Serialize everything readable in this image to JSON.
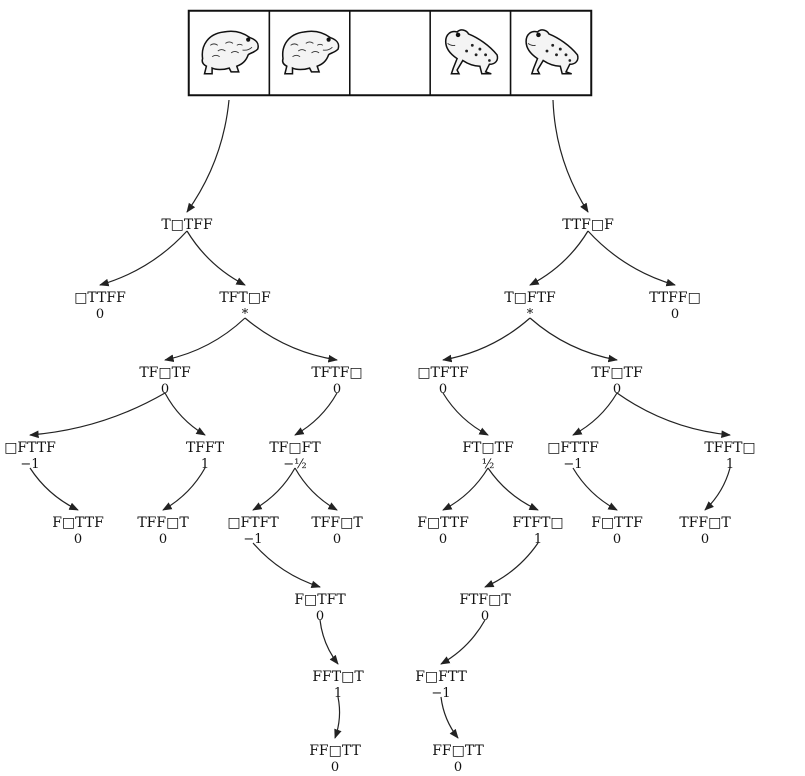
{
  "puzzle_strip": {
    "cells": [
      "toad",
      "toad",
      "empty",
      "frog",
      "frog"
    ]
  },
  "tree": {
    "nodes": [
      {
        "id": "L0",
        "label": "T□TFF",
        "value": ""
      },
      {
        "id": "L1a",
        "label": "□TTFF",
        "value": "0"
      },
      {
        "id": "L1b",
        "label": "TFT□F",
        "value": "*"
      },
      {
        "id": "L2a",
        "label": "TF□TF",
        "value": "0"
      },
      {
        "id": "L2b",
        "label": "TFTF□",
        "value": "0"
      },
      {
        "id": "L3a",
        "label": "□FTTF",
        "value": "−1"
      },
      {
        "id": "L3b",
        "label": "TFFT",
        "value": "1"
      },
      {
        "id": "L3c",
        "label": "TF□FT",
        "value": "−½"
      },
      {
        "id": "L4a",
        "label": "F□TTF",
        "value": "0"
      },
      {
        "id": "L4b",
        "label": "TFF□T",
        "value": "0"
      },
      {
        "id": "L4c",
        "label": "□FTFT",
        "value": "−1"
      },
      {
        "id": "L4d",
        "label": "TFF□T",
        "value": "0"
      },
      {
        "id": "L5",
        "label": "F□TFT",
        "value": "0"
      },
      {
        "id": "L6",
        "label": "FFT□T",
        "value": "1"
      },
      {
        "id": "L7",
        "label": "FF□TT",
        "value": "0"
      },
      {
        "id": "R0",
        "label": "TTF□F",
        "value": ""
      },
      {
        "id": "R1a",
        "label": "T□FTF",
        "value": "*"
      },
      {
        "id": "R1b",
        "label": "TTFF□",
        "value": "0"
      },
      {
        "id": "R2a",
        "label": "□TFTF",
        "value": "0"
      },
      {
        "id": "R2b",
        "label": "TF□TF",
        "value": "0"
      },
      {
        "id": "R3a",
        "label": "FT□TF",
        "value": "½"
      },
      {
        "id": "R3b",
        "label": "□FTTF",
        "value": "−1"
      },
      {
        "id": "R3c",
        "label": "TFFT□",
        "value": "1"
      },
      {
        "id": "R4a",
        "label": "F□TTF",
        "value": "0"
      },
      {
        "id": "R4b",
        "label": "FTFT□",
        "value": "1"
      },
      {
        "id": "R4c",
        "label": "F□TTF",
        "value": "0"
      },
      {
        "id": "R4d",
        "label": "TFF□T",
        "value": "0"
      },
      {
        "id": "R5",
        "label": "FTF□T",
        "value": "0"
      },
      {
        "id": "R6",
        "label": "F□FTT",
        "value": "−1"
      },
      {
        "id": "R7",
        "label": "FF□TT",
        "value": "0"
      }
    ],
    "edges": [
      [
        "strip",
        "L0"
      ],
      [
        "strip",
        "R0"
      ],
      [
        "L0",
        "L1a"
      ],
      [
        "L0",
        "L1b"
      ],
      [
        "L1b",
        "L2a"
      ],
      [
        "L1b",
        "L2b"
      ],
      [
        "L2a",
        "L3a"
      ],
      [
        "L2a",
        "L3b"
      ],
      [
        "L2b",
        "L3c"
      ],
      [
        "L3a",
        "L4a"
      ],
      [
        "L3b",
        "L4b"
      ],
      [
        "L3c",
        "L4c"
      ],
      [
        "L3c",
        "L4d"
      ],
      [
        "L4c",
        "L5"
      ],
      [
        "L5",
        "L6"
      ],
      [
        "L6",
        "L7"
      ],
      [
        "R0",
        "R1a"
      ],
      [
        "R0",
        "R1b"
      ],
      [
        "R1a",
        "R2a"
      ],
      [
        "R1a",
        "R2b"
      ],
      [
        "R2a",
        "R3a"
      ],
      [
        "R2b",
        "R3b"
      ],
      [
        "R2b",
        "R3c"
      ],
      [
        "R3a",
        "R4a"
      ],
      [
        "R3a",
        "R4b"
      ],
      [
        "R3b",
        "R4c"
      ],
      [
        "R3c",
        "R4d"
      ],
      [
        "R4b",
        "R5"
      ],
      [
        "R5",
        "R6"
      ],
      [
        "R6",
        "R7"
      ]
    ]
  }
}
